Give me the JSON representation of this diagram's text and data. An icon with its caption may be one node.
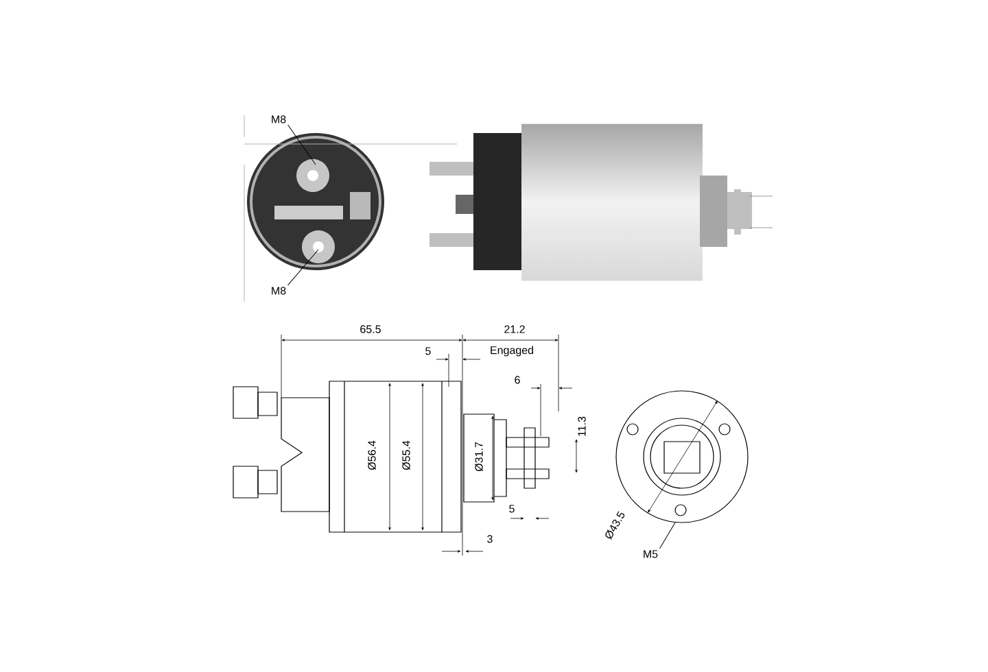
{
  "diagram": {
    "nodes": [
      {
        "text": [
          "M8"
        ]
      },
      {
        "text": [
          "M8"
        ]
      },
      {
        "text": [
          "M5"
        ]
      }
    ],
    "edges": [
      {
        "from": 0,
        "to": null,
        "arrow": "none"
      },
      {
        "from": 1,
        "to": null,
        "arrow": "none"
      },
      {
        "from": 2,
        "to": null,
        "arrow": "none"
      }
    ],
    "labels": [
      "65.5",
      "21.2",
      "5",
      "Engaged",
      "6",
      "11.3",
      "Ø56.4",
      "Ø55.4",
      "Ø31.7",
      "5",
      "3",
      "Ø43.5"
    ]
  }
}
